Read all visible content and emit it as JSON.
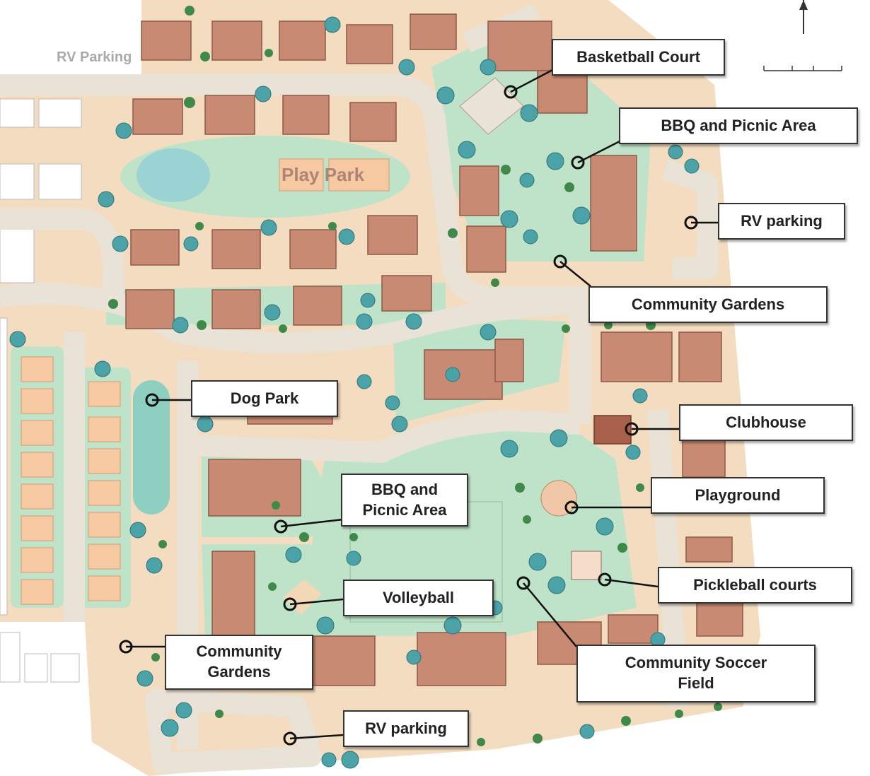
{
  "map": {
    "labels": {
      "rv_parking_top": "RV Parking",
      "play_park": "Play Park"
    },
    "callouts": {
      "basketball": "Basketball Court",
      "bbq_north": "BBQ and Picnic Area",
      "rv_parking_east": "RV parking",
      "gardens_north": "Community Gardens",
      "dog_park": "Dog Park",
      "clubhouse": "Clubhouse",
      "playground": "Playground",
      "bbq_central": "BBQ and\nPicnic Area",
      "volleyball": "Volleyball",
      "pickleball": "Pickleball courts",
      "gardens_west": "Community\nGardens",
      "soccer": "Community Soccer\nField",
      "rv_parking_south": "RV parking"
    },
    "colors": {
      "ground": "#f3dcc0",
      "lawn": "#bfe3c9",
      "road": "#e9e2d6",
      "building": "#c98a73",
      "tree": "#4ba3a8",
      "lot": "#f6c9a2"
    }
  }
}
